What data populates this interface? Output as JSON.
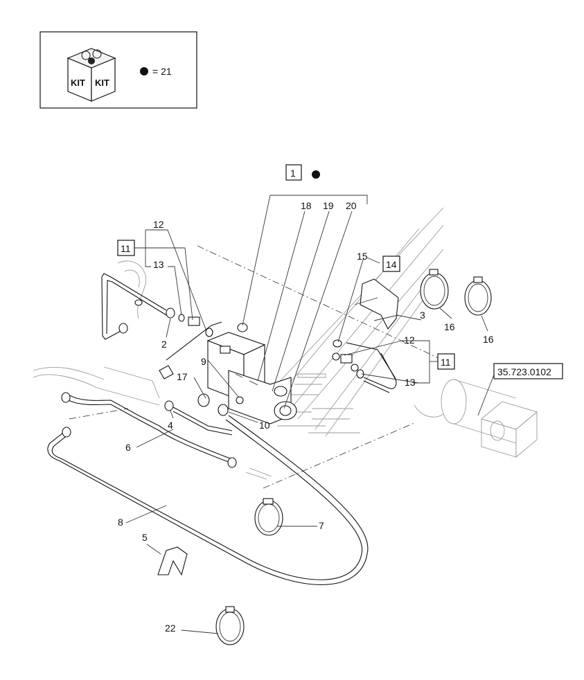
{
  "kit_legend": {
    "kit_label": "KIT",
    "equals_text": "= 21"
  },
  "callouts": {
    "c1": "1",
    "c2": "2",
    "c3": "3",
    "c4": "4",
    "c5": "5",
    "c6": "6",
    "c7": "7",
    "c8": "8",
    "c9": "9",
    "c10": "10",
    "c11a": "11",
    "c11b": "11",
    "c12a": "12",
    "c12b": "12",
    "c13a": "13",
    "c13b": "13",
    "c14": "14",
    "c15": "15",
    "c16a": "16",
    "c16b": "16",
    "c17": "17",
    "c18": "18",
    "c19": "19",
    "c20": "20",
    "c22": "22"
  },
  "reference": {
    "label": "35.723.0102"
  }
}
